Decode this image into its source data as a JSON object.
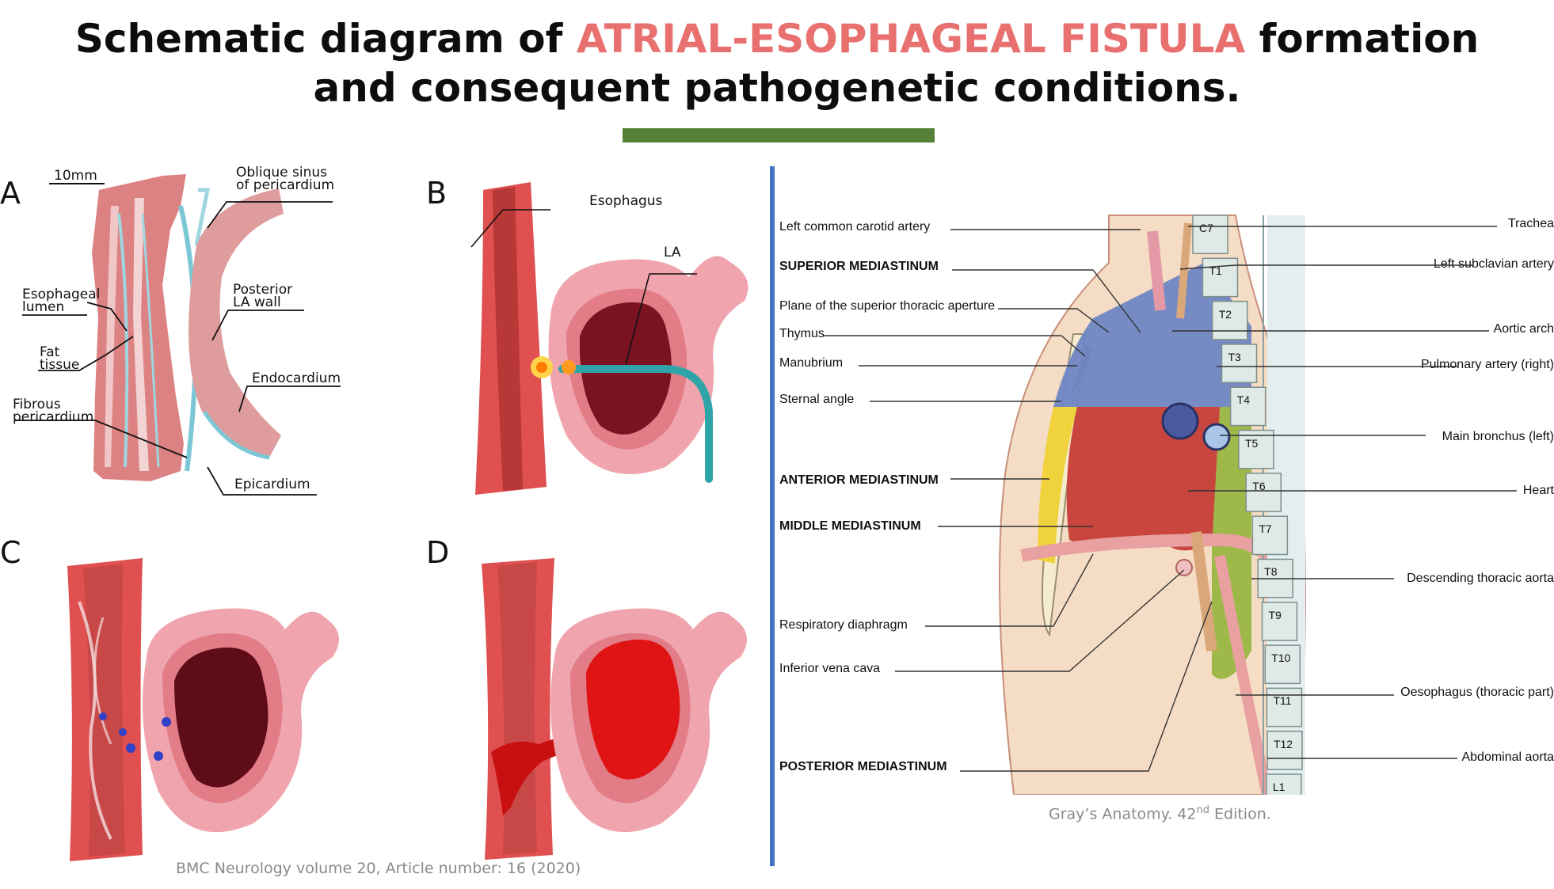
{
  "title": {
    "prefix": "Schematic diagram of ",
    "highlight": "ATRIAL-ESOPHAGEAL FISTULA",
    "suffix": " formation",
    "line2": "and consequent pathogenetic conditions."
  },
  "colors": {
    "highlight": "#e8706f",
    "green_bar": "#538135",
    "divider": "#4472c4"
  },
  "panels": {
    "a": {
      "letter": "A",
      "scale": "10mm",
      "labels": {
        "oblique1": "Oblique sinus",
        "oblique2": "of pericardium",
        "esoph1": "Esophageal",
        "esoph2": "lumen",
        "posterior1": "Posterior",
        "posterior2": "LA wall",
        "fat1": "Fat",
        "fat2": "tissue",
        "endocardium": "Endocardium",
        "fibrous1": "Fibrous",
        "fibrous2": "pericardium",
        "epicardium": "Epicardium"
      }
    },
    "b": {
      "letter": "B",
      "labels": {
        "esophagus": "Esophagus",
        "la": "LA"
      }
    },
    "c": {
      "letter": "C"
    },
    "d": {
      "letter": "D"
    }
  },
  "citation_left": "BMC Neurology volume 20, Article number: 16 (2020)",
  "anatomy": {
    "left_labels": {
      "carotid": "Left common carotid artery",
      "superior": "SUPERIOR MEDIASTINUM",
      "plane": "Plane of the superior thoracic aperture",
      "thymus": "Thymus",
      "manubrium": "Manubrium",
      "sternal": "Sternal angle",
      "anterior": "ANTERIOR MEDIASTINUM",
      "middle": "MIDDLE MEDIASTINUM",
      "diaphragm": "Respiratory diaphragm",
      "ivc": "Inferior vena cava",
      "posterior": "POSTERIOR MEDIASTINUM"
    },
    "right_labels": {
      "trachea": "Trachea",
      "subclavian": "Left subclavian artery",
      "aortic_arch": "Aortic arch",
      "pulmonary": "Pulmonary artery (right)",
      "bronchus": "Main bronchus (left)",
      "heart": "Heart",
      "descending": "Descending thoracic aorta",
      "oesophagus": "Oesophagus (thoracic part)",
      "abdominal": "Abdominal aorta"
    },
    "vertebrae": [
      "C7",
      "T1",
      "T2",
      "T3",
      "T4",
      "T5",
      "T6",
      "T7",
      "T8",
      "T9",
      "T10",
      "T11",
      "T12",
      "L1"
    ],
    "citation": {
      "main": "Gray’s Anatomy. 42",
      "sup": "nd",
      "end": " Edition."
    }
  }
}
